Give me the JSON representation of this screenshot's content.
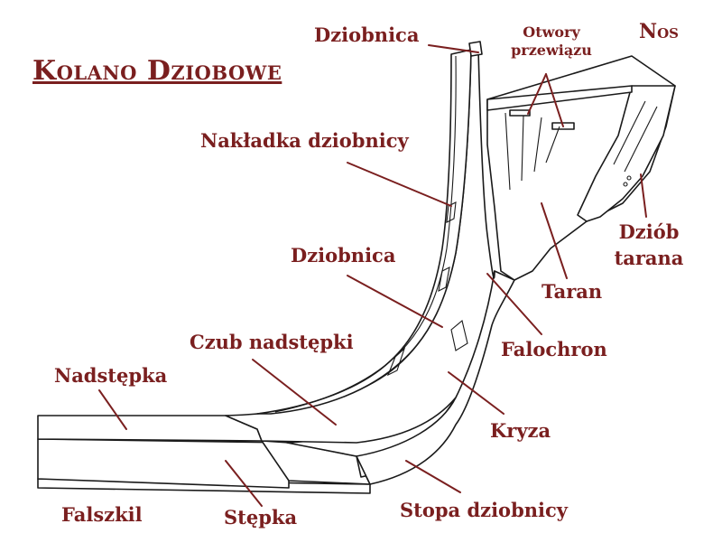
{
  "title": "Kolano Dziobowe",
  "nos": "Nos",
  "labels": {
    "dziobnica_top": "Dziobnica",
    "otwory_line1": "Otwory",
    "otwory_line2": "przewiązu",
    "nakladka": "Nakładka dziobnicy",
    "dziobnica_mid": "Dziobnica",
    "dziob_line1": "Dziób",
    "dziob_line2": "tarana",
    "taran": "Taran",
    "czub": "Czub nadstępki",
    "falochron": "Falochron",
    "nadstepka": "Nadstępka",
    "kryza": "Kryza",
    "falszkil": "Falszkil",
    "stepka": "Stępka",
    "stopa": "Stopa dziobnicy"
  },
  "colors": {
    "label": "#7a1f1f",
    "ink": "#1a1a1a",
    "background": "#ffffff"
  }
}
